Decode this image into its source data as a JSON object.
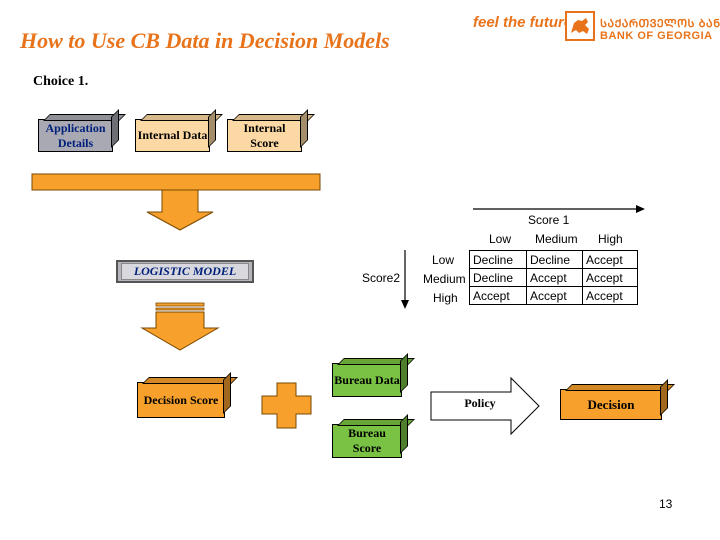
{
  "header": {
    "title": "How to Use CB Data in Decision Models",
    "slogan": "feel the future",
    "bank_name_georgian": "ᲡᲐᲥᲐᲠᲗᲕᲔᲚᲝᲡ ᲑᲐᲜᲙᲘ",
    "bank_name": "BANK OF GEORGIA"
  },
  "subtitle": "Choice 1.",
  "inputs": [
    {
      "label": "Application Details"
    },
    {
      "label": "Internal Data"
    },
    {
      "label": "Internal Score"
    }
  ],
  "model_label": "LOGISTIC MODEL",
  "decision_score_label": "Decision Score",
  "bureau": [
    {
      "label": "Bureau Data"
    },
    {
      "label": "Bureau Score"
    }
  ],
  "policy_label": "Policy",
  "decision_label": "Decision",
  "matrix": {
    "col_axis_label": "Score 1",
    "row_axis_label": "Score2",
    "col_headers": [
      "Low",
      "Medium",
      "High"
    ],
    "row_headers": [
      "Low",
      "Medium",
      "High"
    ],
    "cells": [
      [
        "Decline",
        "Decline",
        "Accept"
      ],
      [
        "Decline",
        "Accept",
        "Accept"
      ],
      [
        "Accept",
        "Accept",
        "Accept"
      ]
    ]
  },
  "page_number": "13",
  "colors": {
    "accent_orange": "#e8731a",
    "box_orange": "#f7a02c",
    "box_green": "#79c243",
    "box_gray": "#a9a9b4"
  }
}
